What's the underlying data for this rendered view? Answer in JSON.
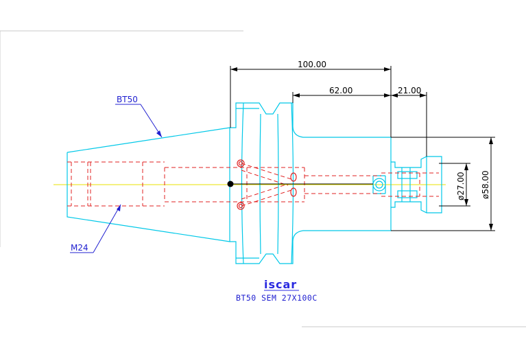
{
  "labels": {
    "taper": "BT50",
    "thread": "M24"
  },
  "dimensions": {
    "overall_length": "100.00",
    "body_length": "62.00",
    "nose_length": "21.00",
    "bore_diameter": "ø27.00",
    "body_diameter": "ø58.00"
  },
  "title_block": {
    "logo": "iscar",
    "part_name": "BT50 SEM 27X100C"
  },
  "colors": {
    "outline": "#00c8e8",
    "hidden": "#e02020",
    "centerline": "#e8e000",
    "dimension": "#000000",
    "annotation": "#2020d0"
  }
}
